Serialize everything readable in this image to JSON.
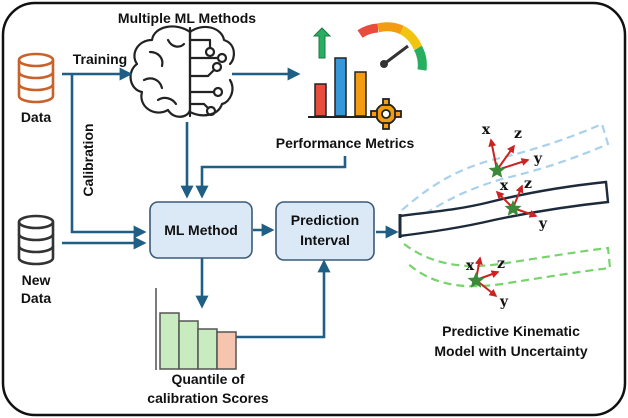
{
  "labels": {
    "data": "Data",
    "new_data_1": "New",
    "new_data_2": "Data",
    "training": "Training",
    "calibration": "Calibration",
    "multiple_ml": "Multiple ML Methods",
    "performance": "Performance Metrics",
    "ml_method": "ML Method",
    "prediction_1": "Prediction",
    "prediction_2": "Interval",
    "quantile_1": "Quantile of",
    "quantile_2": "calibration Scores",
    "kinematic_1": "Predictive Kinematic",
    "kinematic_2": "Model with Uncertainty"
  },
  "axis_labels": [
    "x",
    "z",
    "y"
  ],
  "colors": {
    "arrow": "#1f5f86",
    "box_fill": "#dbe8f6",
    "box_stroke": "#3a5a78",
    "database_orange": "#c8622a",
    "database_dark": "#333333",
    "bar_green": "#c8ecc0",
    "bar_salmon": "#f6c5b0",
    "uncertainty_blue": "#a9d1ec",
    "uncertainty_green": "#77d36b",
    "frame_axis_red": "#cc2222",
    "star_green": "#3a8a3a"
  }
}
